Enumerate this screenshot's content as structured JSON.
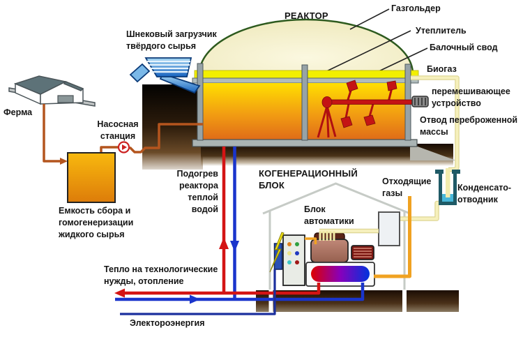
{
  "diagram": {
    "type": "biogas-plant-scheme",
    "labels": {
      "reactor_title": "РЕАКТОР",
      "gasholder": "Газгольдер",
      "insulation": "Утеплитель",
      "beam_vault": "Балочный свод",
      "biogas": "Биогаз",
      "mixer": "перемешивающее\nустройство",
      "digestate_outlet": "Отвод переброженной\nмассы",
      "screw_loader": "Шнековый загрузчик\nтвёрдого сырья",
      "farm": "Ферма",
      "pump_station": "Насосная\nстанция",
      "collection_tank": "Емкость сбора и\nгомогенеризации\nжидкого сырья",
      "reactor_heating": "Подогрев\nреактора\nтеплой\nводой",
      "cogeneration_unit": "КОГЕНЕРАЦИОННЫЙ\nБЛОК",
      "automation_unit": "Блок\nавтоматики",
      "exhaust_gases": "Отходящие\nгазы",
      "condensate_trap": "Конденсато-\nотводник",
      "heat_supply": "Тепло на технологические\nнужды, отопление",
      "electricity": "Электороэнергия"
    },
    "colors": {
      "hot_water_pipe": "#d41414",
      "cold_water_pipe": "#1a35cc",
      "electricity_line": "#1b2f9e",
      "biogas_pipe": "#f0e9a6",
      "exhaust_pipe": "#f0a221",
      "substrate_pipe": "#b4551e",
      "insulation_layer": "#f2ef00",
      "dome_fill": "#f7f4d0",
      "reactor_top": "#ffdf00",
      "reactor_bottom": "#e06c18",
      "mixer_red": "#c41414",
      "condensate_vessel": "#1f5a66"
    }
  }
}
